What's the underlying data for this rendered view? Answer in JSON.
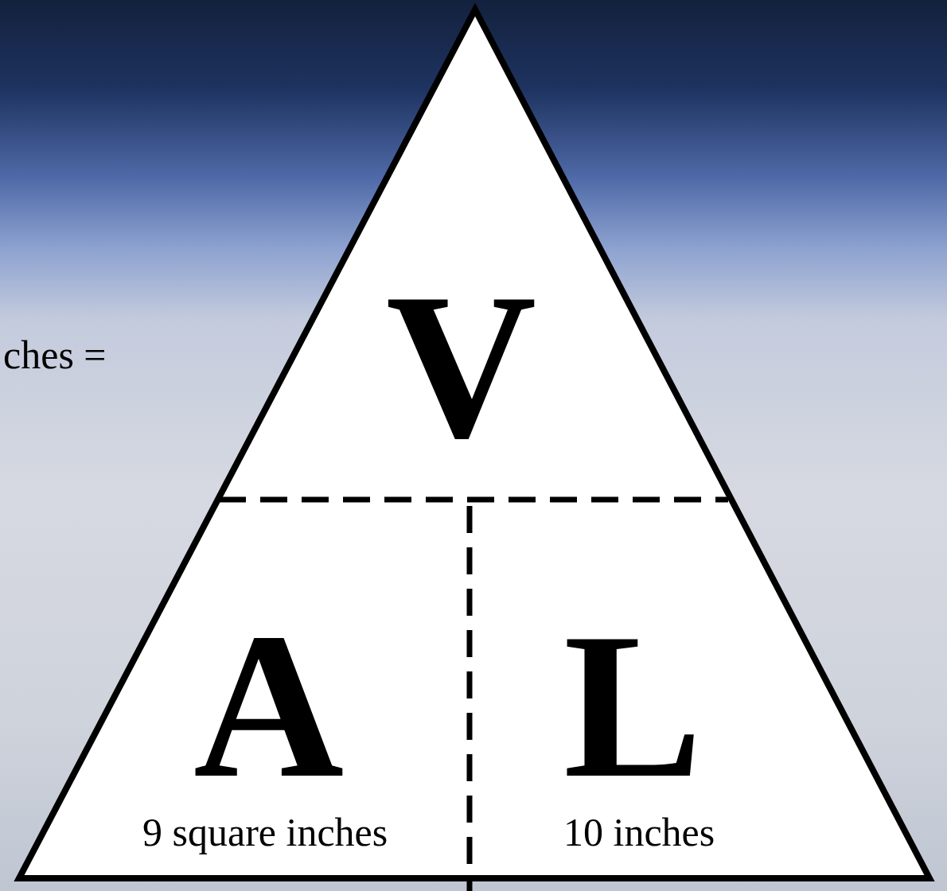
{
  "diagram": {
    "nodes": [
      {
        "text": [
          "V",
          "A",
          "9 square inches",
          "L",
          "10 inches"
        ]
      }
    ],
    "labels": [
      "ches ="
    ]
  }
}
